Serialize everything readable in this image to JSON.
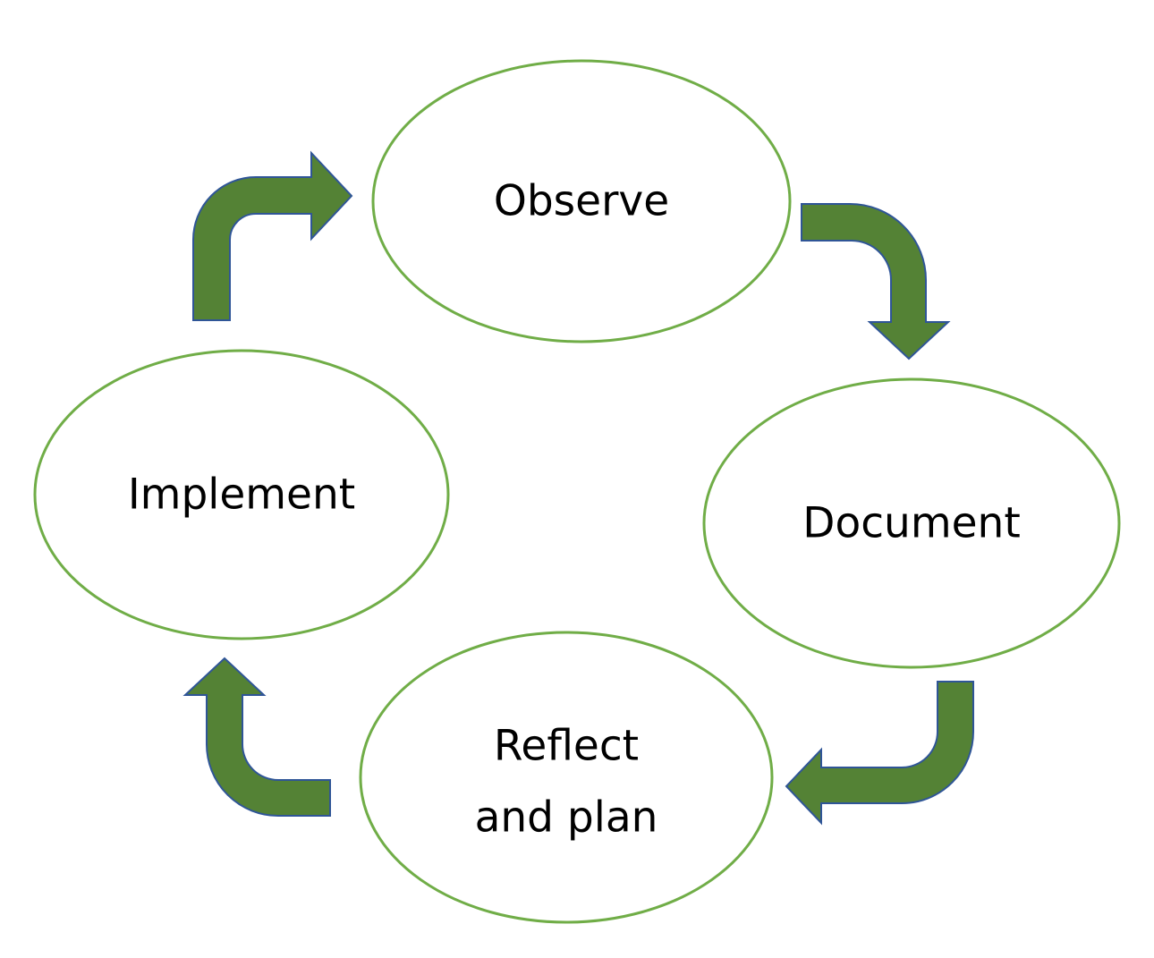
{
  "colors": {
    "background": "#ffffff",
    "ellipse_stroke": "#70ad47",
    "ellipse_fill": "#ffffff",
    "arrow_fill": "#548235",
    "arrow_stroke": "#2f5597",
    "text": "#000000"
  },
  "nodes": {
    "observe": {
      "label": "Observe"
    },
    "document": {
      "label": "Document"
    },
    "reflect": {
      "line1": "Reflect",
      "line2": "and plan"
    },
    "implement": {
      "label": "Implement"
    }
  },
  "arrows": [
    {
      "from": "observe",
      "to": "document"
    },
    {
      "from": "document",
      "to": "reflect"
    },
    {
      "from": "reflect",
      "to": "implement"
    },
    {
      "from": "implement",
      "to": "observe"
    }
  ]
}
